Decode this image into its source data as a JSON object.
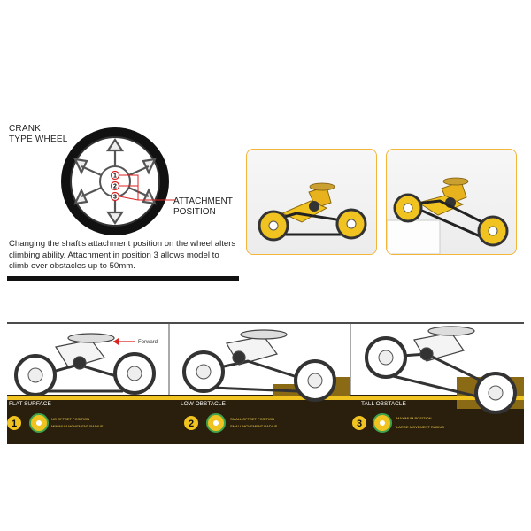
{
  "crank": {
    "title_line1": "CRANK",
    "title_line2": "TYPE WHEEL",
    "positions": [
      "1",
      "2",
      "3"
    ],
    "attachment_line1": "ATTACHMENT",
    "attachment_line2": "POSITION",
    "description": "Changing the shaft's attachment  position on the wheel alters climbing ability. Attachment in position 3 allows model to climb over obstacles up to 50mm."
  },
  "bottom": {
    "forward_label": "Forward",
    "panels": [
      {
        "number": "1",
        "label": "FLAT SURFACE",
        "legend_line1": "NO OFFSET POSITION",
        "legend_line2": "MINIMUM MOVEMENT RADIUS"
      },
      {
        "number": "2",
        "label": "LOW OBSTACLE",
        "legend_line1": "SMALL OFFSET POSITION",
        "legend_line2": "SMALL MOVEMENT RADIUS"
      },
      {
        "number": "3",
        "label": "TALL OBSTACLE",
        "legend_line1": "MAXIMUM POSITION",
        "legend_line2": "LARGE MOVEMENT RADIUS"
      }
    ]
  },
  "colors": {
    "accent": "#f2b63a",
    "dark": "#2a1f0c",
    "olive": "#8a6a14",
    "yellow": "#f0c320",
    "green_ring": "#3fa34d"
  }
}
